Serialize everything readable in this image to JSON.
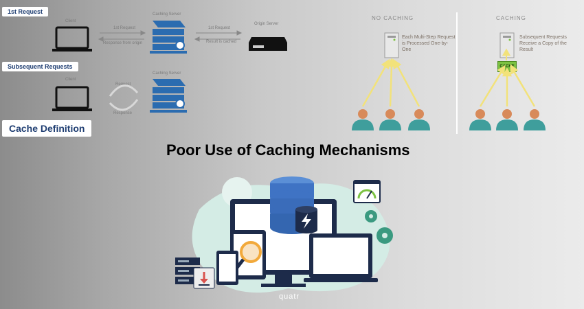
{
  "top_left": {
    "first_request_label": "1st Request",
    "subsequent_label": "Subsequent Requests",
    "cache_definition_label": "Cache Definition",
    "client_label": "Client",
    "caching_server_label": "Caching Server",
    "origin_server_label": "Origin Server",
    "arrow_1st_request": "1st Request",
    "arrow_response_from_origin": "Response from origin",
    "arrow_1st_request_origin": "1st Request",
    "arrow_result_is_cached": "Result is cached",
    "arrow_request": "Request",
    "arrow_response": "Response"
  },
  "top_right": {
    "no_caching_heading": "NO CACHING",
    "caching_heading": "CACHING",
    "no_caching_note": "Each Multi-Step Request is Processed One-by-One",
    "caching_note": "Subsequent Requests Receive a Copy of the Result",
    "cache_box_label": "CACHE"
  },
  "main_title": "Poor Use of Caching Mechanisms",
  "watermark": "quatr",
  "colors": {
    "accent_blue": "#2b6cb0",
    "arrow_yellow": "#f2e27a",
    "person_teal": "#3f9e9c",
    "cache_green": "#7cc242",
    "teal_blob": "#d4ece5",
    "monitor_navy": "#1d2b4a"
  }
}
